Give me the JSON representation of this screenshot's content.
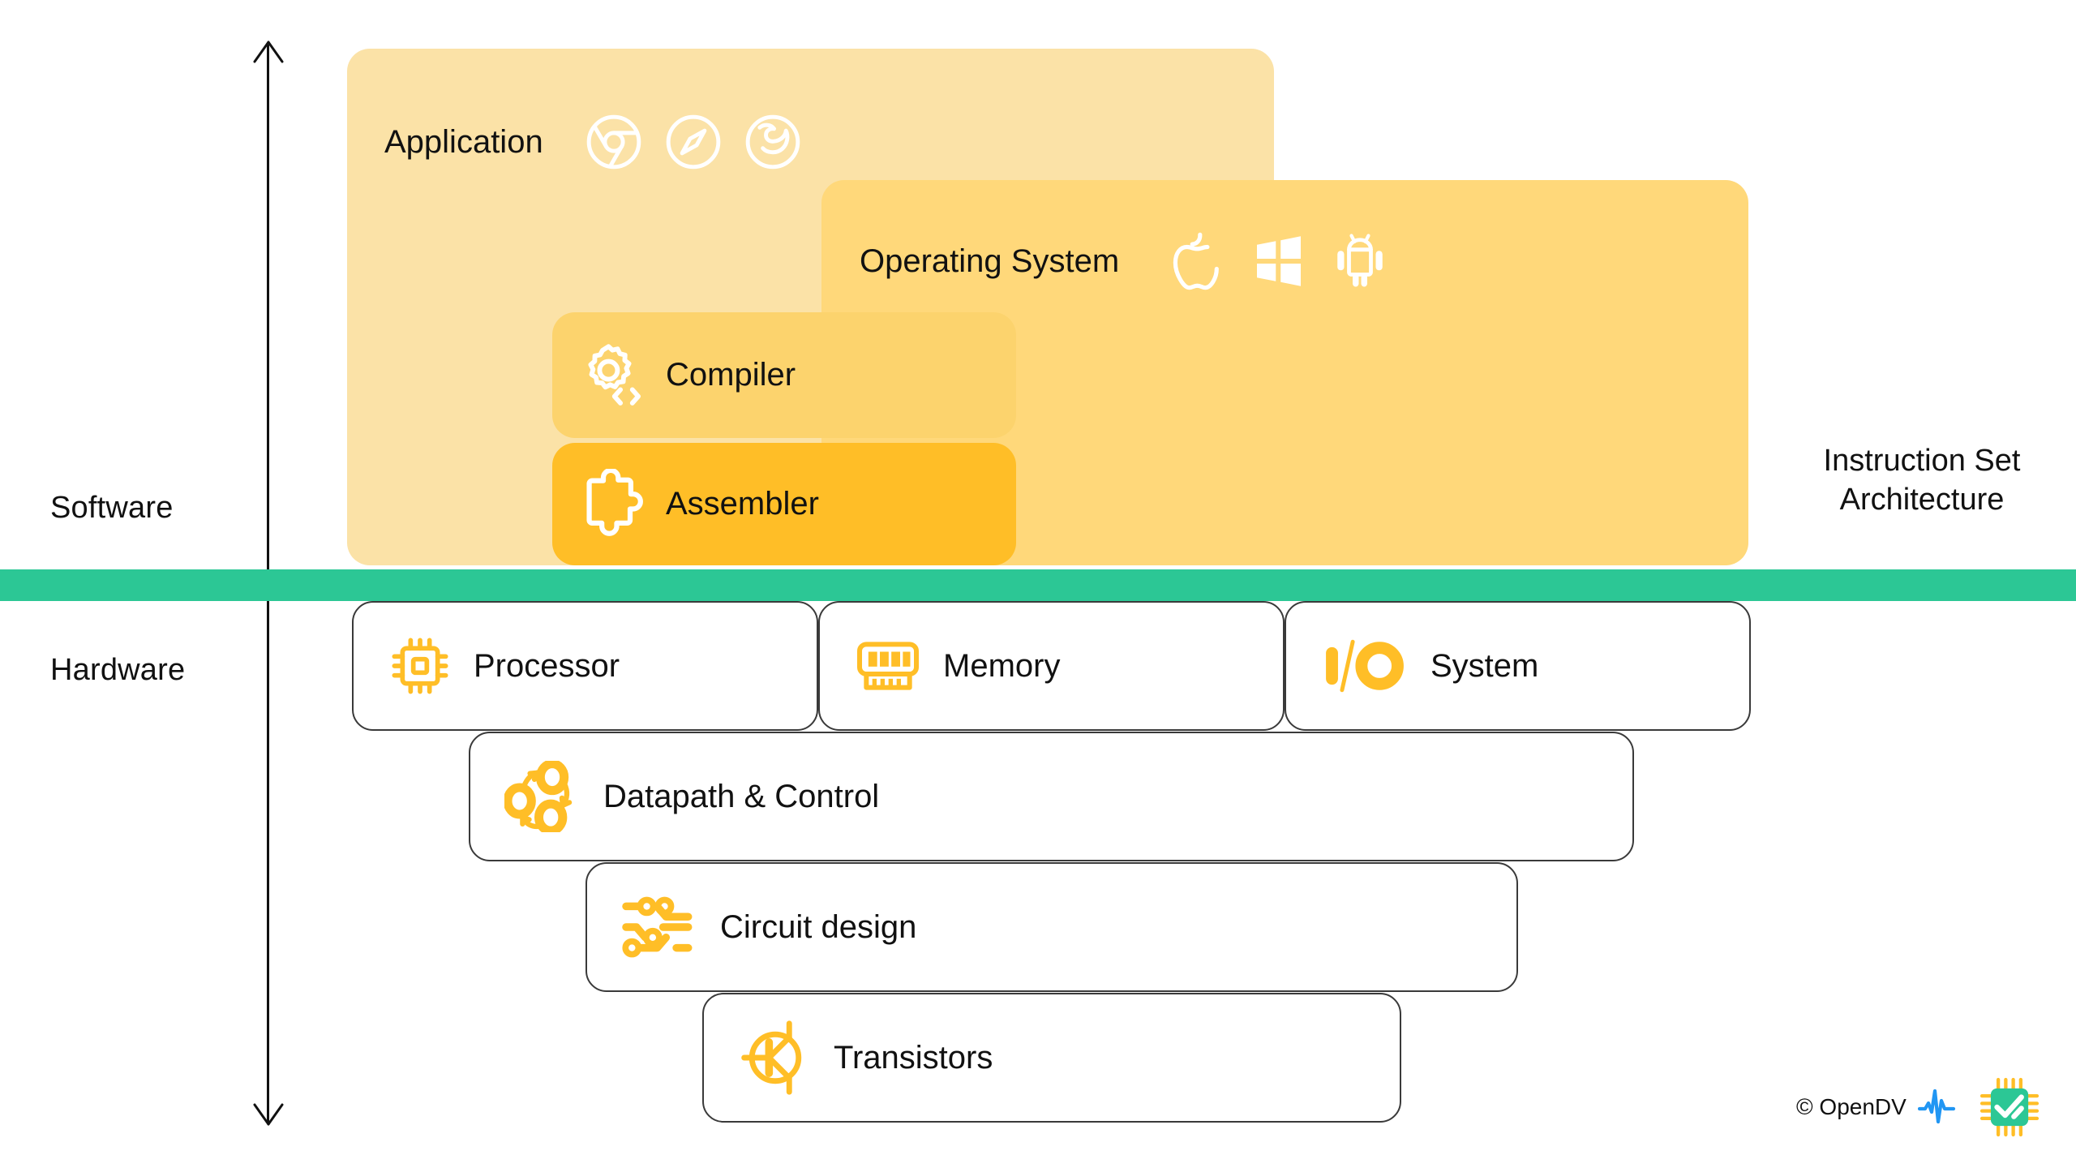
{
  "axis": {
    "name": "abstraction-level-axis",
    "arrow_up": "arrow-up",
    "arrow_down": "arrow-down"
  },
  "side_labels": {
    "software": "Software",
    "hardware": "Hardware"
  },
  "isa": {
    "line1": "Instruction Set",
    "line2": "Architecture",
    "bar_color": "#2CC795"
  },
  "colors": {
    "application_box": "#FBE2A7",
    "os_box": "#FFD87A",
    "compiler_box": "#FCD36D",
    "assembler_box": "#FFBE27",
    "hardware_icon": "#FFBE27",
    "hardware_border": "#3A3A3A",
    "accent_green": "#2CC795",
    "waveform_blue": "#2196F3",
    "text": "#111111"
  },
  "software_layers": [
    {
      "id": "application",
      "label": "Application",
      "icons": [
        "chrome-icon",
        "safari-icon",
        "firefox-icon"
      ]
    },
    {
      "id": "operating-system",
      "label": "Operating System",
      "icons": [
        "apple-icon",
        "windows-icon",
        "android-icon"
      ]
    },
    {
      "id": "compiler",
      "label": "Compiler",
      "icons": [
        "gear-code-icon"
      ]
    },
    {
      "id": "assembler",
      "label": "Assembler",
      "icons": [
        "puzzle-piece-icon"
      ]
    }
  ],
  "hardware_layers": [
    {
      "id": "processor",
      "label": "Processor",
      "icon": "cpu-chip-icon"
    },
    {
      "id": "memory",
      "label": "Memory",
      "icon": "ram-stick-icon"
    },
    {
      "id": "io-system",
      "label": "System",
      "icon": "io-icon"
    },
    {
      "id": "datapath",
      "label": "Datapath & Control",
      "icon": "cycle-arrows-icon"
    },
    {
      "id": "circuit",
      "label": "Circuit design",
      "icon": "circuit-traces-icon"
    },
    {
      "id": "transistors",
      "label": "Transistors",
      "icon": "transistor-symbol-icon"
    }
  ],
  "footer": {
    "copyright": "© OpenDV",
    "logo_icons": [
      "waveform-icon",
      "verified-chip-icon"
    ]
  }
}
